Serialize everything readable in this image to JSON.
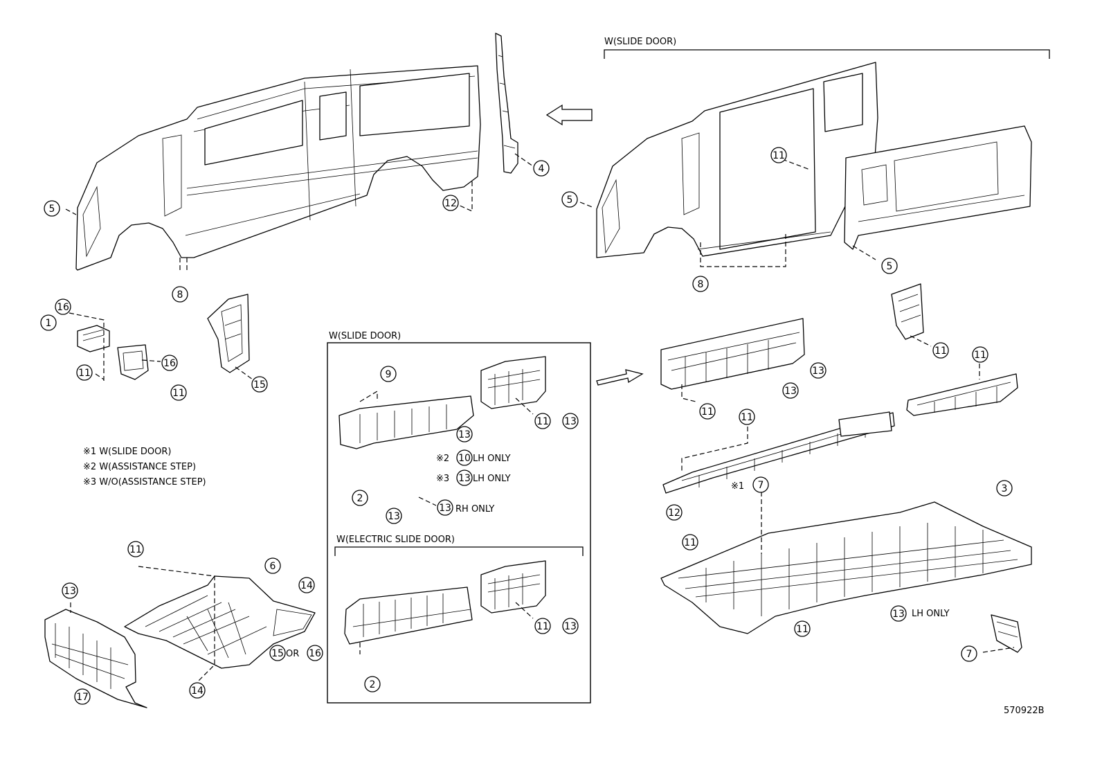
{
  "headers": {
    "slide_door_top": "W(SLIDE DOOR)",
    "slide_door_box": "W(SLIDE DOOR)",
    "electric_slide_door": "W(ELECTRIC SLIDE DOOR)"
  },
  "notes": [
    {
      "mark": "※1",
      "text": "W(SLIDE DOOR)"
    },
    {
      "mark": "※2",
      "text": "W(ASSISTANCE STEP)"
    },
    {
      "mark": "※3",
      "text": "W/O(ASSISTANCE STEP)"
    }
  ],
  "qualifiers": {
    "n10_lh": "LH ONLY",
    "n13_lh": "LH ONLY",
    "n13_rh": "RH ONLY",
    "floor_13_lh": "LH ONLY",
    "or": "OR",
    "mark1": "※1",
    "mark2": "※2",
    "mark3": "※3"
  },
  "drawing_code": "570922B",
  "callouts": [
    {
      "id": "c5a",
      "n": "5"
    },
    {
      "id": "c8a",
      "n": "8"
    },
    {
      "id": "c12a",
      "n": "12"
    },
    {
      "id": "c4",
      "n": "4"
    },
    {
      "id": "c5b",
      "n": "5"
    },
    {
      "id": "c11a",
      "n": "11"
    },
    {
      "id": "c8b",
      "n": "8"
    },
    {
      "id": "c5c",
      "n": "5"
    },
    {
      "id": "c16a",
      "n": "16"
    },
    {
      "id": "c1",
      "n": "1"
    },
    {
      "id": "c11b",
      "n": "11"
    },
    {
      "id": "c16b",
      "n": "16"
    },
    {
      "id": "c11c",
      "n": "11"
    },
    {
      "id": "c15a",
      "n": "15"
    },
    {
      "id": "c9",
      "n": "9"
    },
    {
      "id": "c13a",
      "n": "13"
    },
    {
      "id": "c11d",
      "n": "11"
    },
    {
      "id": "c13b",
      "n": "13"
    },
    {
      "id": "c2a",
      "n": "2"
    },
    {
      "id": "c13c",
      "n": "13"
    },
    {
      "id": "c10",
      "n": "10"
    },
    {
      "id": "c13d",
      "n": "13"
    },
    {
      "id": "c13e",
      "n": "13"
    },
    {
      "id": "c11e",
      "n": "11"
    },
    {
      "id": "c13f",
      "n": "13"
    },
    {
      "id": "c2b",
      "n": "2"
    },
    {
      "id": "c11f",
      "n": "11"
    },
    {
      "id": "c13g",
      "n": "13"
    },
    {
      "id": "c13h",
      "n": "13"
    },
    {
      "id": "c11g",
      "n": "11"
    },
    {
      "id": "c11h",
      "n": "11"
    },
    {
      "id": "c11i",
      "n": "11"
    },
    {
      "id": "c7a",
      "n": "7"
    },
    {
      "id": "c3",
      "n": "3"
    },
    {
      "id": "c12b",
      "n": "12"
    },
    {
      "id": "c11j",
      "n": "11"
    },
    {
      "id": "c13i",
      "n": "13"
    },
    {
      "id": "c11k",
      "n": "11"
    },
    {
      "id": "c7b",
      "n": "7"
    },
    {
      "id": "c11l",
      "n": "11"
    },
    {
      "id": "c6",
      "n": "6"
    },
    {
      "id": "c14a",
      "n": "14"
    },
    {
      "id": "c13j",
      "n": "13"
    },
    {
      "id": "c15b",
      "n": "15"
    },
    {
      "id": "c16c",
      "n": "16"
    },
    {
      "id": "c17",
      "n": "17"
    },
    {
      "id": "c14b",
      "n": "14"
    }
  ]
}
